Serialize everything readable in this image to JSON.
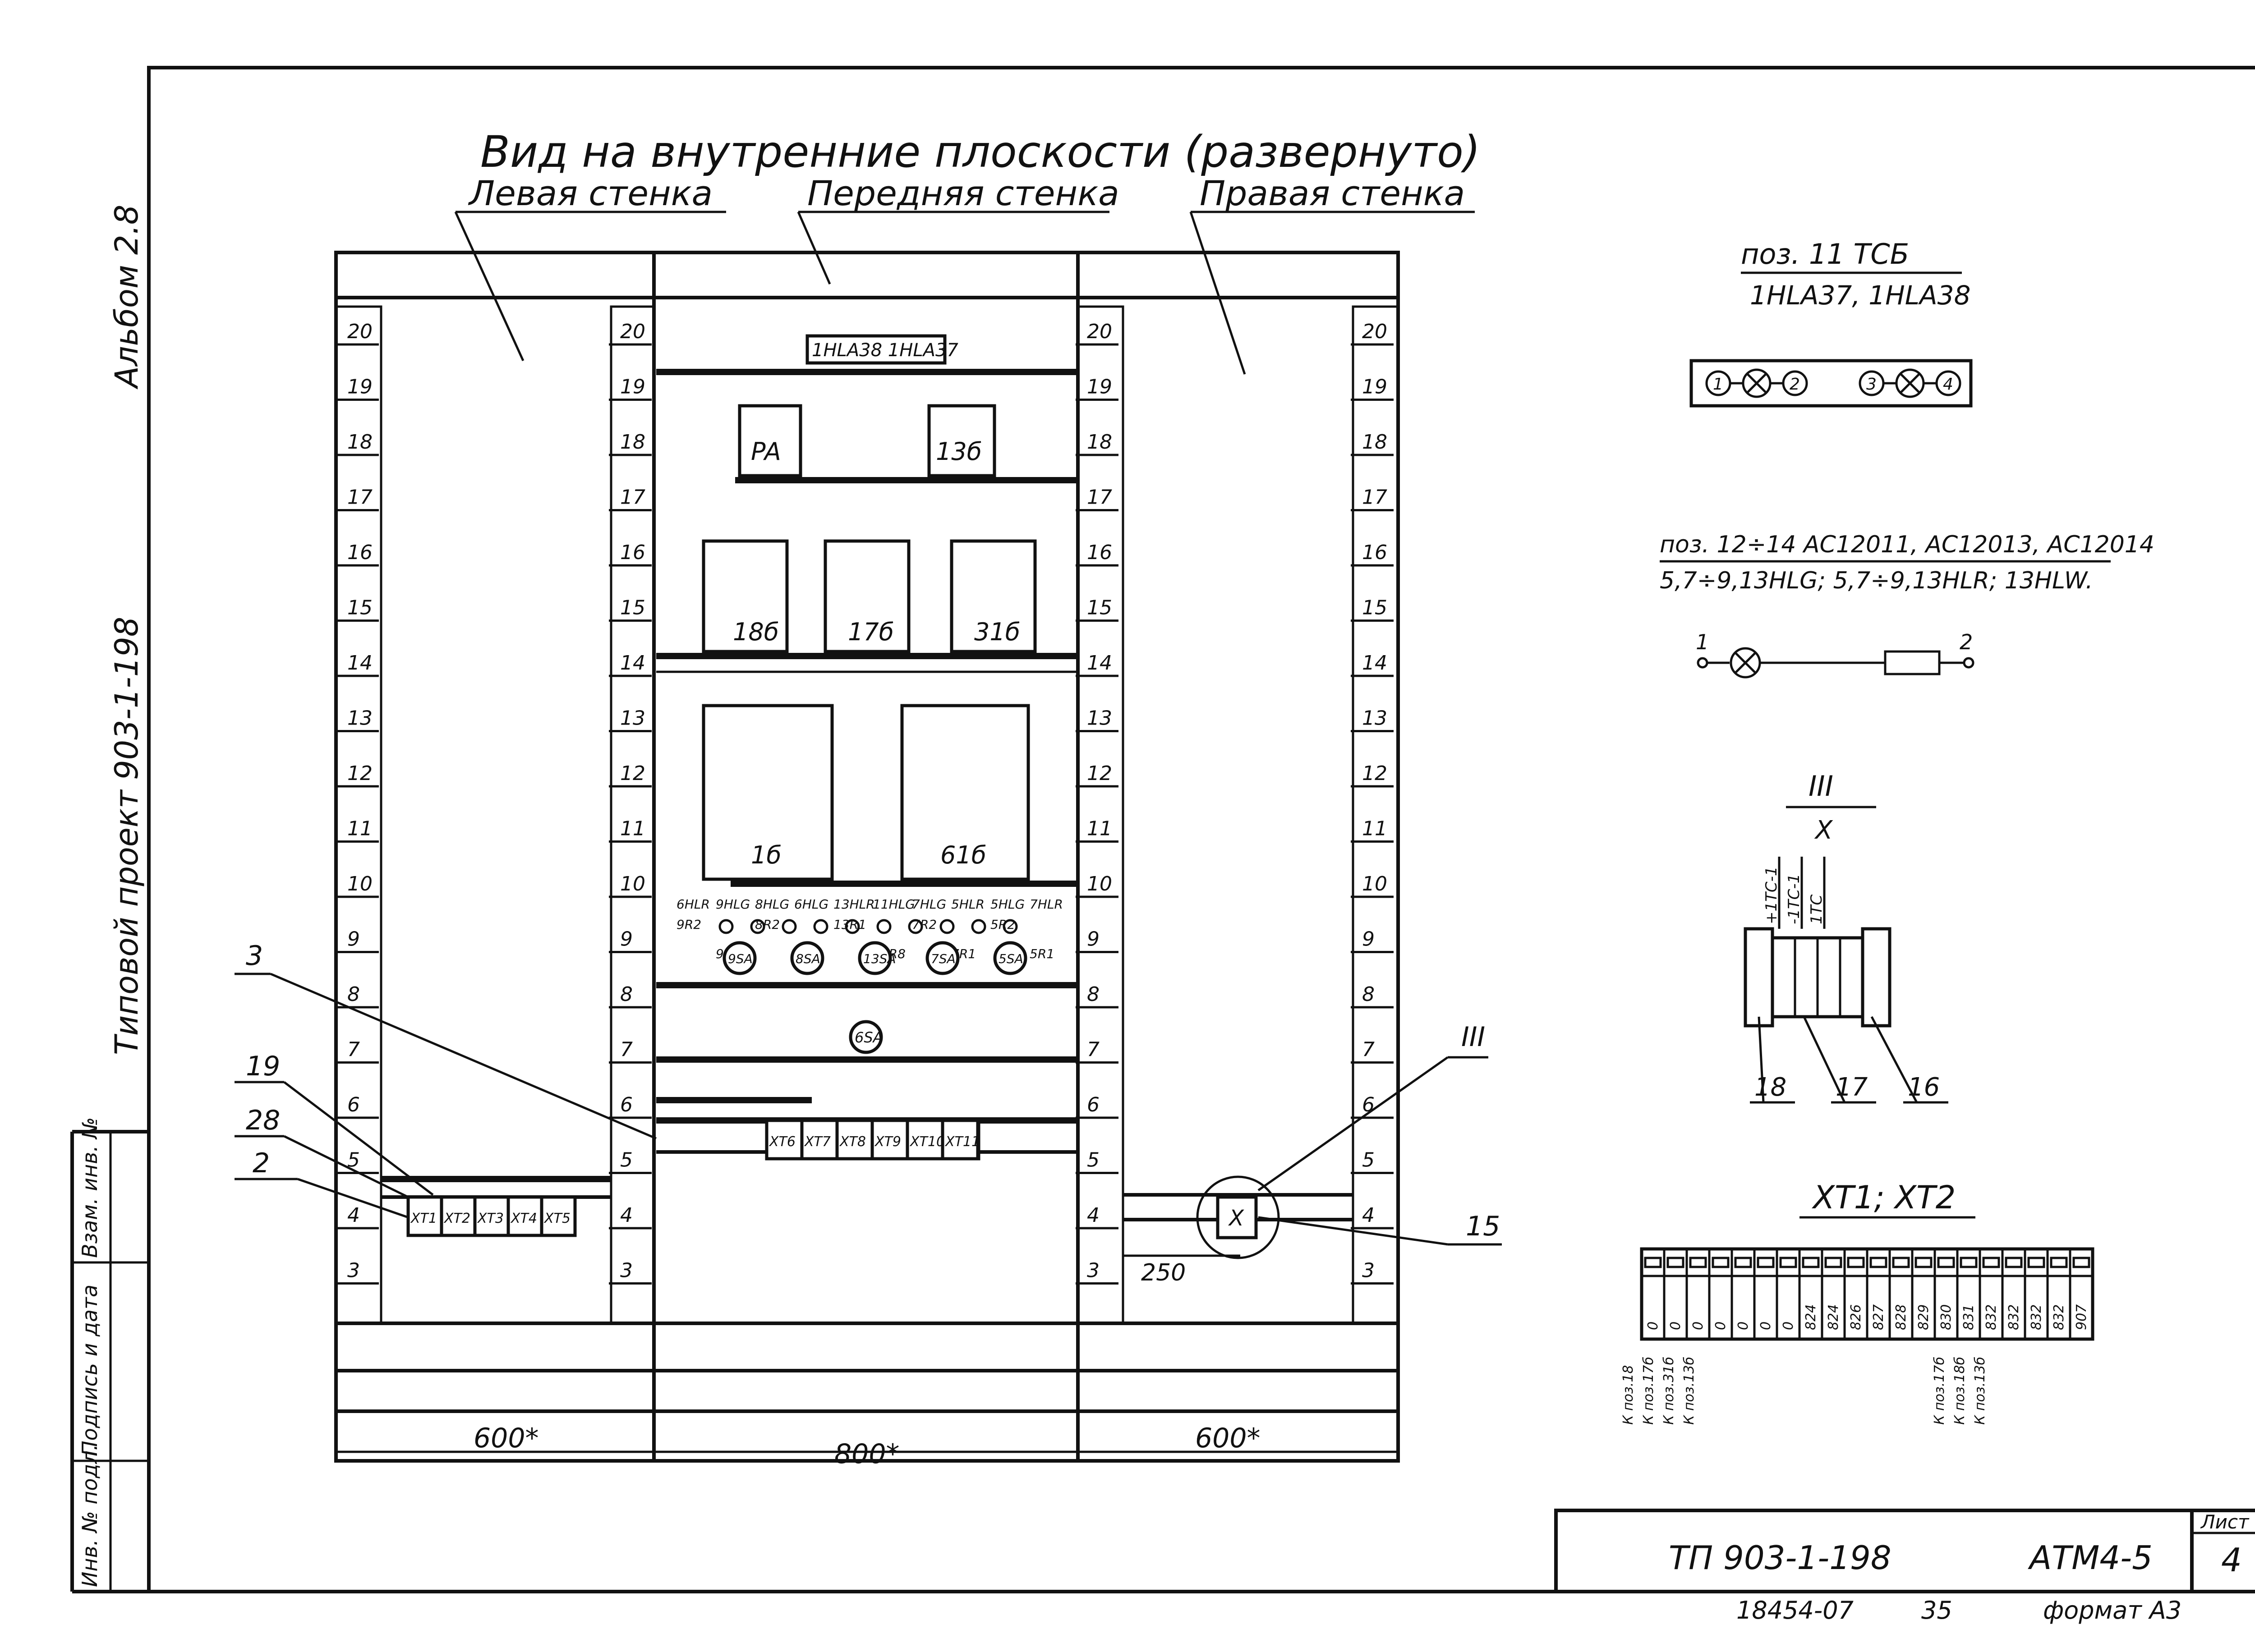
{
  "view": {
    "title": "Вид на внутренние плоскости (развернуто)",
    "left_wall": "Левая стенка",
    "front_wall": "Передняя стенка",
    "right_wall": "Правая стенка"
  },
  "side_stamp": {
    "album": "Альбом 2.8",
    "project": "Типовой проект 903-1-198"
  },
  "stamp_columns": [
    "Инв. № подл.",
    "Подпись и дата",
    "Взам. инв. №"
  ],
  "scale_numbers": [
    "20",
    "19",
    "18",
    "17",
    "16",
    "15",
    "14",
    "13",
    "12",
    "11",
    "10",
    "9",
    "8",
    "7",
    "6",
    "5",
    "4",
    "3"
  ],
  "front_panel": {
    "lamp_label": "1HLA38 1HLA37",
    "device_pa": "PA",
    "device_13": "13б",
    "device_18": "18б",
    "device_17": "17б",
    "device_31": "31б",
    "device_1": "1б",
    "device_61": "61б",
    "row_labels": [
      "6HLR",
      "9HLG",
      "8HLG",
      "6HLG",
      "13HLR",
      "11HLG",
      "7HLG",
      "5HLR",
      "5HLG",
      "7HLR"
    ],
    "lower_labels": [
      "9R2",
      "9R1",
      "8R2",
      "8R1",
      "13R1",
      "13R8",
      "7R2",
      "7R1",
      "5R2",
      "5R1"
    ],
    "switch_labels": [
      "9SA",
      "8SA",
      "13SA",
      "7SA",
      "5SA"
    ],
    "bottom_switch": "6SA",
    "terminals": [
      "XT6",
      "XT7",
      "XT8",
      "XT9",
      "XT10",
      "XT11"
    ]
  },
  "left_panel": {
    "terminals": [
      "XT1",
      "XT2",
      "XT3",
      "XT4",
      "XT5"
    ]
  },
  "right_panel": {
    "box_label": "X",
    "dimension": "250"
  },
  "callouts": {
    "c3": "3",
    "c19": "19",
    "c28": "28",
    "c2": "2",
    "c15": "15",
    "cIII": "III"
  },
  "dimensions": {
    "left": "600*",
    "front": "800*",
    "right": "600*"
  },
  "legend_tsb": {
    "title": "поз. 11 ТСБ",
    "subtitle": "1HLA37, 1HLA38",
    "nodes": [
      "1",
      "2",
      "3",
      "4"
    ]
  },
  "legend_ac": {
    "line1": "поз. 12÷14 АС12011, АС12013, АС12014",
    "line2": "5,7÷9,13HLG; 5,7÷9,13HLR; 13HLW.",
    "node1": "1",
    "node2": "2"
  },
  "detail_iii": {
    "title": "III",
    "subtitle": "X",
    "wires": [
      "+1TC-1",
      "-1TC-1",
      "1TC"
    ],
    "parts": [
      "18",
      "17",
      "16"
    ]
  },
  "xt12": {
    "title": "XT1; XT2",
    "top_values": [
      "0",
      "0",
      "0",
      "0",
      "0",
      "0",
      "0",
      "824",
      "824",
      "826",
      "827",
      "828",
      "829",
      "830",
      "831",
      "832",
      "832",
      "832",
      "832",
      "907"
    ],
    "bottom_labels": [
      "К поз.18",
      "К поз.17б",
      "К поз.31б",
      "К поз.13б",
      "К поз.17б",
      "К поз.18б",
      "К поз.13б"
    ]
  },
  "title_block": {
    "code": "ТП 903-1-198",
    "sheet_code": "АТМ4-5",
    "sheet_label": "Лист",
    "sheet_number": "4",
    "inventory": "18454-07",
    "page": "35",
    "format": "формат А3"
  }
}
